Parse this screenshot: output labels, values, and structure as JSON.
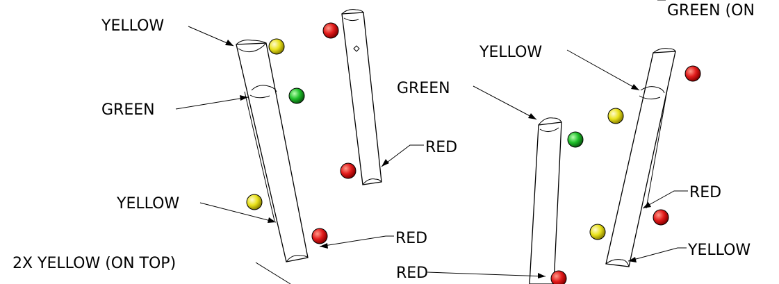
{
  "labels": {
    "yellow_top_left": "YELLOW",
    "green_left": "GREEN",
    "yellow_bottom_left": "YELLOW",
    "two_x_yellow": "2X YELLOW (ON TOP)",
    "red_mid_left": "RED",
    "red_bottom_mid": "RED",
    "red_tube_b": "RED",
    "green_center": "GREEN",
    "yellow_right_top": "YELLOW",
    "green_on_top_cut": "GREEN (ON",
    "red_right": "RED",
    "yellow_right_bottom": "YELLOW"
  },
  "colors": {
    "red": "#e21b1b",
    "yellow": "#e9e21c",
    "green": "#1fbf2a",
    "line": "#000000",
    "background": "#ffffff"
  },
  "balls": [
    {
      "color": "yellow"
    },
    {
      "color": "red"
    },
    {
      "color": "green"
    },
    {
      "color": "red"
    },
    {
      "color": "yellow"
    },
    {
      "color": "red"
    },
    {
      "color": "green"
    },
    {
      "color": "red"
    },
    {
      "color": "yellow"
    },
    {
      "color": "red"
    },
    {
      "color": "yellow"
    },
    {
      "color": "red"
    }
  ]
}
